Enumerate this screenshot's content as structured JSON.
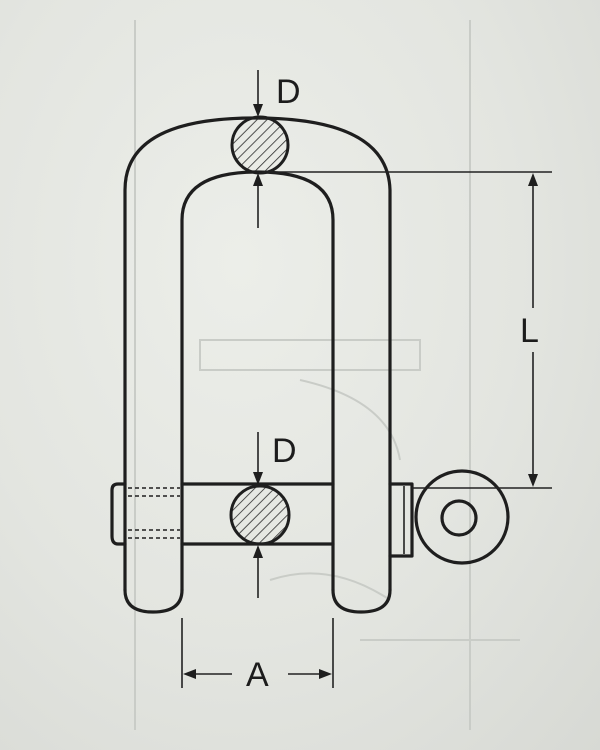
{
  "diagram": {
    "labels": {
      "top_diameter": "D",
      "pin_diameter": "D",
      "length": "L",
      "width": "A"
    },
    "colors": {
      "ink": "#1e1e1e",
      "paper": "#e4e6e1",
      "hatch": "#2a2a2a"
    }
  }
}
